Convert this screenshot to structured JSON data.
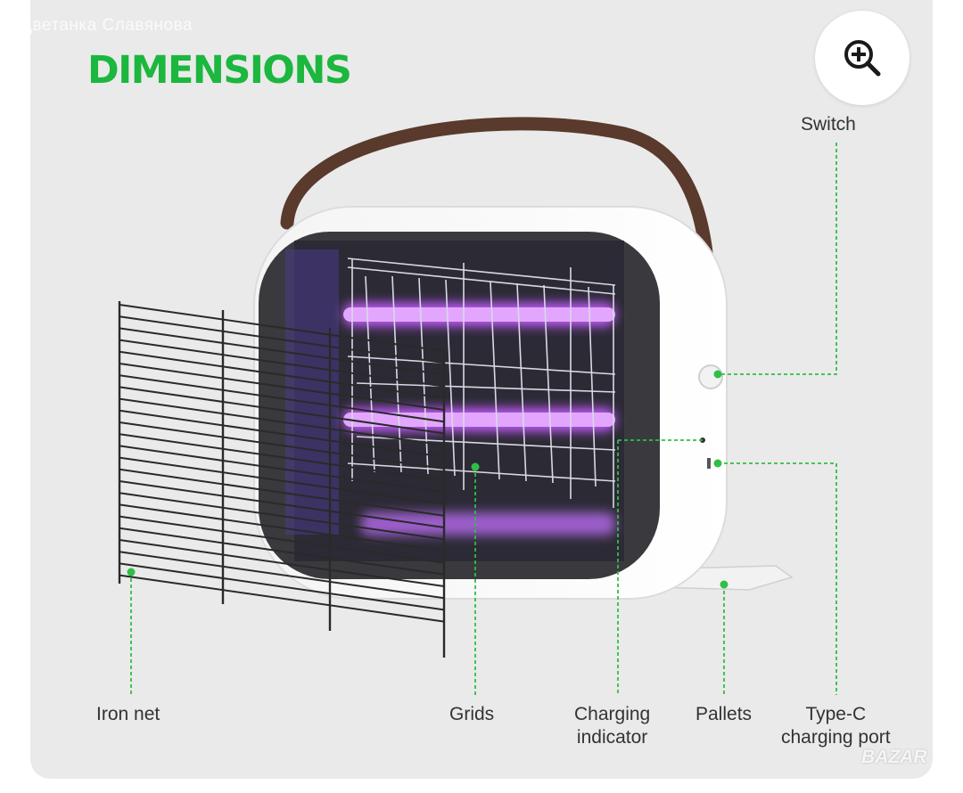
{
  "watermark": "Цветанка Славянова",
  "title": "DIMENSIONS",
  "zoom_icon": "zoom-in-icon",
  "labels": {
    "switch": "Switch",
    "iron_net": "Iron net",
    "grids": "Grids",
    "charging_indicator_l1": "Charging",
    "charging_indicator_l2": "indicator",
    "pallets": "Pallets",
    "type_c_l1": "Type-C",
    "type_c_l2": "charging port"
  },
  "badge": "BAZAR",
  "colors": {
    "accent": "#1bb73e",
    "callout": "#2fbf47",
    "uv": "#c45cff",
    "handle": "#5a3a2c",
    "panel": "#eaeaea"
  }
}
